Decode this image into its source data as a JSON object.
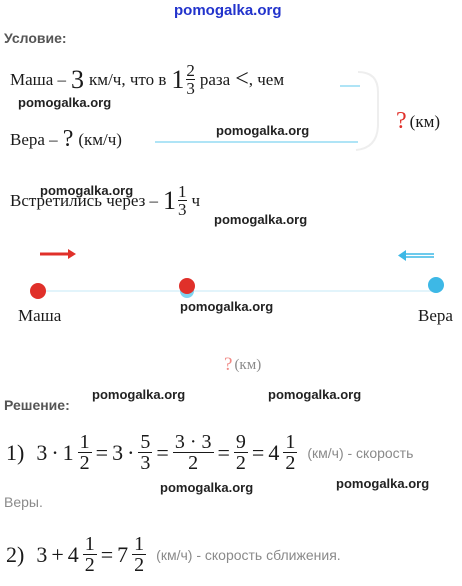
{
  "site": "pomogalka.org",
  "watermark": "pomogalka.org",
  "condition_header": "Условие:",
  "solution_header": "Решение:",
  "line1": {
    "prefix": "Маша –",
    "num": "3",
    "unit": "км/ч, что в",
    "whole": "1",
    "numer": "2",
    "denom": "3",
    "times": "раза",
    "cmp": "<",
    "suffix": ", чем"
  },
  "line2": {
    "prefix": "Вера –",
    "q": "?",
    "unit": "(км/ч)"
  },
  "side_q": {
    "q": "?",
    "unit": "(км)"
  },
  "line3": {
    "prefix": "Встретились через –",
    "whole": "1",
    "numer": "1",
    "denom": "3",
    "unit": "ч"
  },
  "diagram": {
    "left_label": "Маша",
    "right_label": "Вера",
    "q": "?",
    "unit": "(км)"
  },
  "steps": [
    {
      "num": "1)",
      "a": "3",
      "dot1": "·",
      "whole1": "1",
      "n1": "1",
      "d1": "2",
      "eq1": "=",
      "b": "3",
      "dot2": "·",
      "n2": "5",
      "d2": "3",
      "eq2": "=",
      "n3": "3 · 3",
      "d3": "2",
      "eq3": "=",
      "n4": "9",
      "d4": "2",
      "eq4": "=",
      "whole5": "4",
      "n5": "1",
      "d5": "2",
      "unit": "(км/ч) - скорость",
      "tail": "Веры."
    },
    {
      "num": "2)",
      "a": "3",
      "plus": "+",
      "whole1": "4",
      "n1": "1",
      "d1": "2",
      "eq1": "=",
      "whole2": "7",
      "n2": "1",
      "d2": "2",
      "unit": "(км/ч) - скорость сближения."
    }
  ],
  "colors": {
    "red": "#e0302a",
    "blue": "#3db8e6",
    "brace": "#7fd4f0",
    "gray": "#8a8a8a",
    "site": "#2233cc"
  }
}
